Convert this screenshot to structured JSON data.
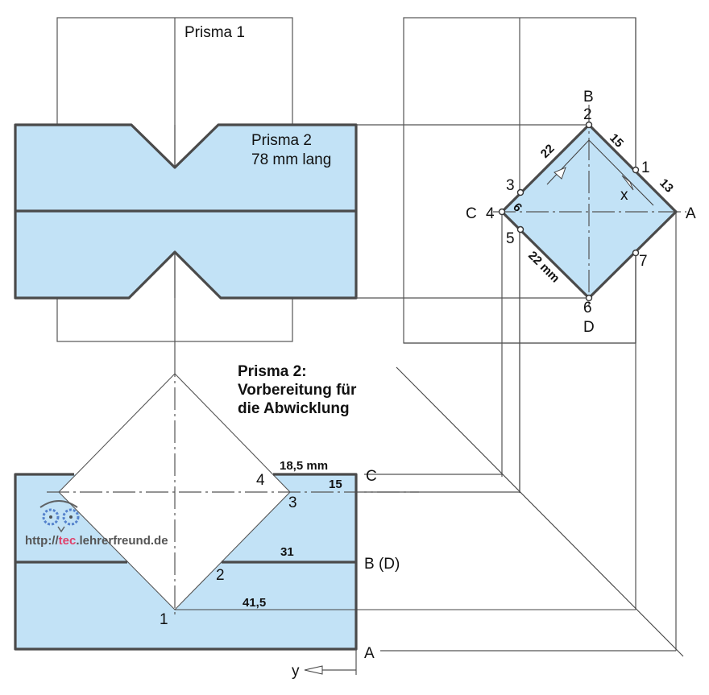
{
  "labels": {
    "prisma1": "Prisma 1",
    "prisma2_line1": "Prisma 2",
    "prisma2_line2": "78 mm lang",
    "title_line1": "Prisma 2:",
    "title_line2": "Vorbereitung für",
    "title_line3": "die Abwicklung"
  },
  "side_view": {
    "corner_B": "B",
    "corner_C": "C",
    "corner_A": "A",
    "corner_D": "D",
    "points": [
      "1",
      "2",
      "3",
      "4",
      "5",
      "6",
      "7"
    ],
    "dims": {
      "d15": "15",
      "d13": "13",
      "d22_top": "22",
      "d6": "6",
      "d22_mm": "22 mm"
    },
    "axis_x": "x"
  },
  "development": {
    "edge_C": "C",
    "edge_BD": "B (D)",
    "edge_A": "A",
    "points": [
      "1",
      "2",
      "3",
      "4"
    ],
    "dims": {
      "d18_5": "18,5 mm",
      "d15": "15",
      "d31": "31",
      "d41_5": "41,5"
    },
    "axis_y": "y"
  },
  "watermark": {
    "prefix": "http://",
    "highlight": "tec",
    "suffix": ".lehrerfreund.de"
  },
  "colors": {
    "fill": "#c2e2f6",
    "outline": "#4a4a4a",
    "watermark_accent": "#e0406a"
  }
}
